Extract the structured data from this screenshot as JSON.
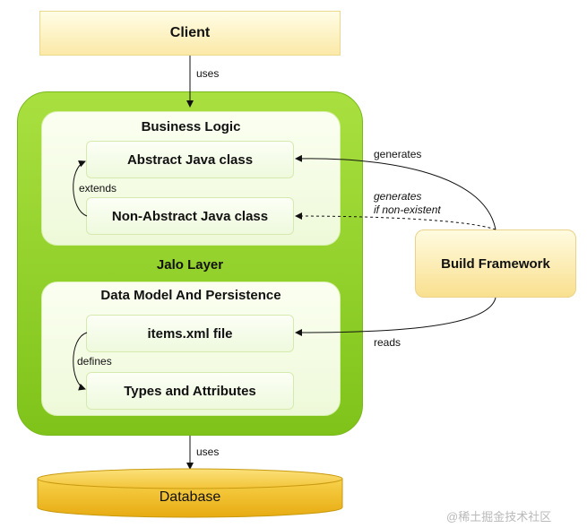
{
  "diagram": {
    "client": "Client",
    "jalo_layer": "Jalo Layer",
    "business_logic": {
      "title": "Business Logic",
      "abstract_class": "Abstract Java class",
      "non_abstract_class": "Non-Abstract Java class",
      "extends_label": "extends"
    },
    "data_model": {
      "title": "Data Model And Persistence",
      "items_file": "items.xml file",
      "types": "Types and Attributes",
      "defines_label": "defines"
    },
    "build_framework": "Build Framework",
    "edges": {
      "uses_top": "uses",
      "uses_bottom": "uses",
      "generates": "generates",
      "generates_if_1": "generates",
      "generates_if_2": "if non-existent",
      "reads": "reads"
    },
    "database": "Database"
  },
  "watermark": "@稀土掘金技术社区",
  "colors": {
    "client_fill": "#fbe9a8",
    "jalo_fill": "#8fd126",
    "panel_fill": "#f2fadf",
    "database_fill": "#f2c12e",
    "build_fill": "#f9e08f"
  }
}
